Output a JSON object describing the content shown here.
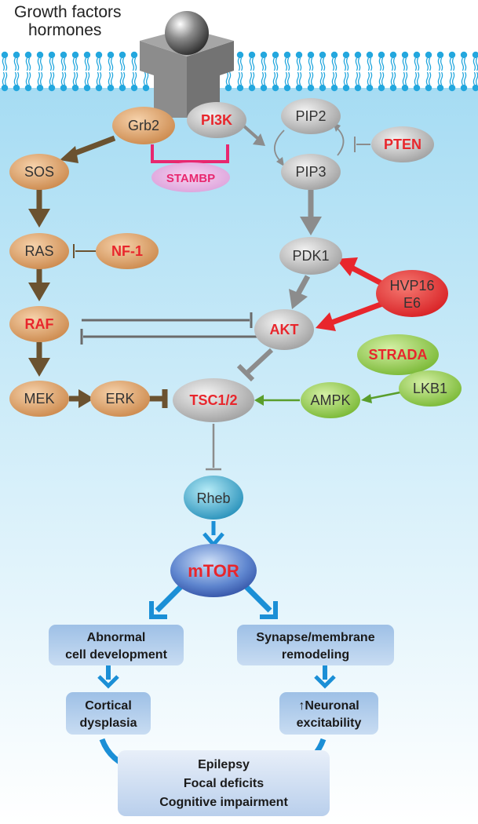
{
  "header": {
    "line1": "Growth factors",
    "line2": "hormones"
  },
  "nodes": {
    "grb2": "Grb2",
    "pi3k": "PI3K",
    "stambp": "STAMBP",
    "pip2": "PIP2",
    "pip3": "PIP3",
    "pten": "PTEN",
    "sos": "SOS",
    "ras": "RAS",
    "nf1": "NF-1",
    "raf": "RAF",
    "pdk1": "PDK1",
    "hvp16_line1": "HVP16",
    "hvp16_line2": "E6",
    "akt": "AKT",
    "strada": "STRADA",
    "lkb1": "LKB1",
    "ampk": "AMPK",
    "mek": "MEK",
    "erk": "ERK",
    "tsc": "TSC1/2",
    "rheb": "Rheb",
    "mtor": "mTOR"
  },
  "outcomes": {
    "abnormal_line1": "Abnormal",
    "abnormal_line2": "cell development",
    "synapse_line1": "Synapse/membrane",
    "synapse_line2": "remodeling",
    "cortical_line1": "Cortical",
    "cortical_line2": "dysplasia",
    "neuronal_line1": "↑Neuronal",
    "neuronal_line2": "excitability",
    "final_line1": "Epilepsy",
    "final_line2": "Focal deficits",
    "final_line3": "Cognitive impairment"
  },
  "colors": {
    "cell_interior": "#bfe6f6",
    "membrane_head": "#1ea3dc",
    "brown_node": "#d9955a",
    "grey_node": "#b3b3b3",
    "green_node": "#8cc63f",
    "red_node": "#e8262c",
    "rheb_node": "#2aa7d0",
    "mtor_node": "#2e4aa8",
    "brown_arrow": "#6b5230",
    "grey_arrow": "#8c8c8c",
    "green_arrow": "#5a9e2b",
    "red_arrow": "#e8262c",
    "blue_arrow": "#1b8fd6",
    "pink_bar": "#e8276f",
    "outcome_box": "#a9c8e8"
  }
}
